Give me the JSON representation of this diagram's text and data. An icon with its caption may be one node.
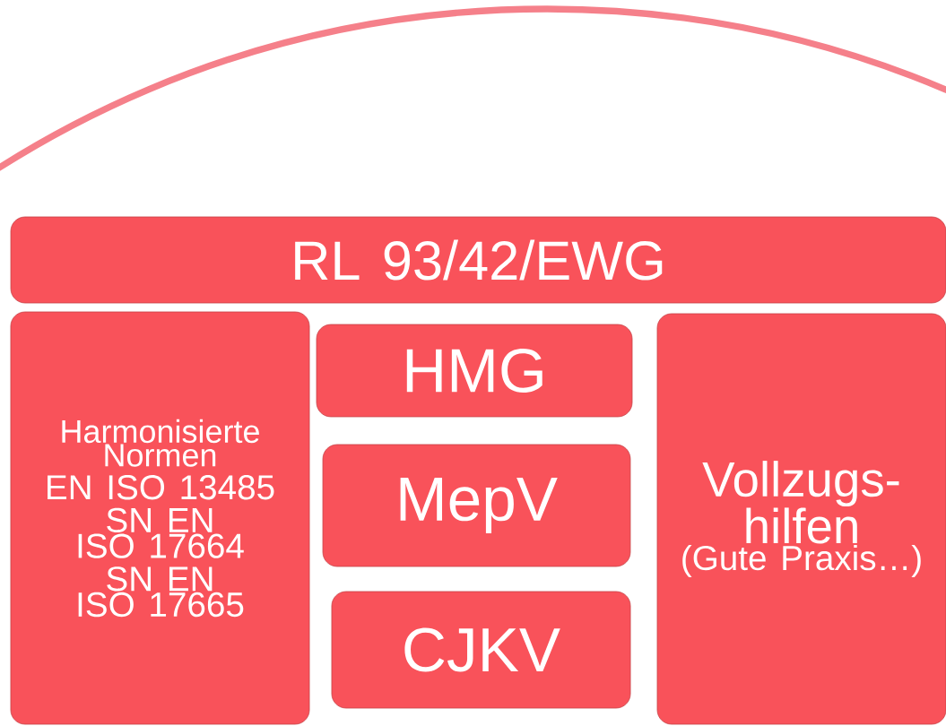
{
  "diagram": {
    "nodes": [
      {
        "text": [
          "RL 93/42/EWG"
        ]
      },
      {
        "text": [
          "Harmonisierte Normen",
          "EN ISO 13485",
          "SN EN ISO 17664",
          "SN EN ISO 17665"
        ]
      },
      {
        "text": [
          "HMG"
        ]
      },
      {
        "text": [
          "MepV"
        ]
      },
      {
        "text": [
          "CJKV"
        ]
      },
      {
        "text": [
          "Vollzugs- hilfen",
          "(Gute Praxis…)"
        ]
      }
    ]
  }
}
